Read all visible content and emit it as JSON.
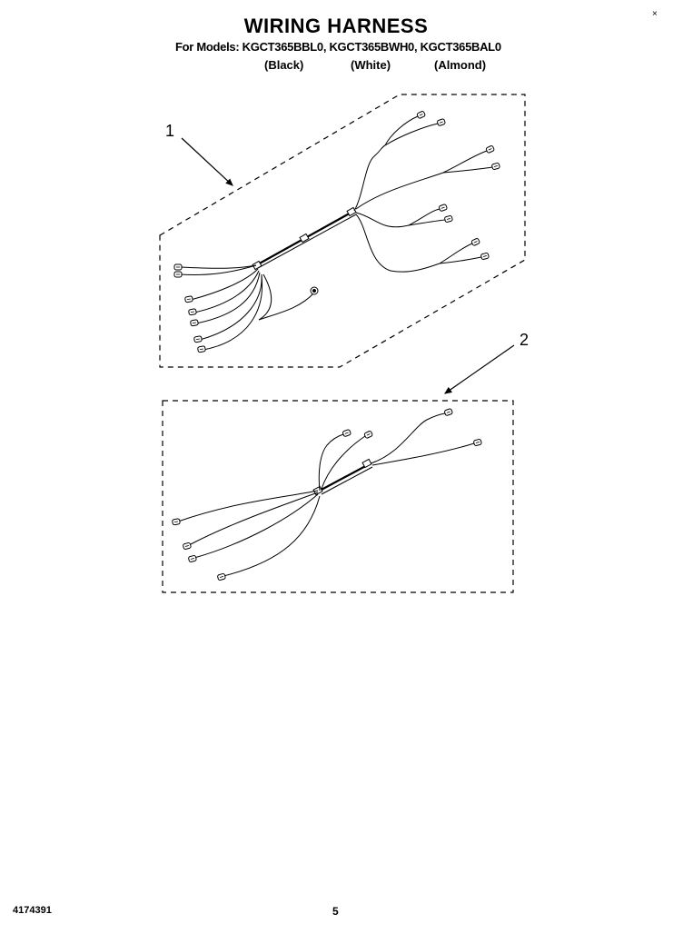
{
  "header": {
    "title": "WIRING HARNESS",
    "models_line": "For Models: KGCT365BBL0, KGCT365BWH0, KGCT365BAL0",
    "colors": [
      "(Black)",
      "(White)",
      "(Almond)"
    ]
  },
  "corner_mark": "×",
  "callouts": {
    "part1": "1",
    "part2": "2"
  },
  "footer": {
    "doc_number": "4174391",
    "page": "5"
  },
  "colors": {
    "line": "#000000",
    "background": "#ffffff"
  }
}
